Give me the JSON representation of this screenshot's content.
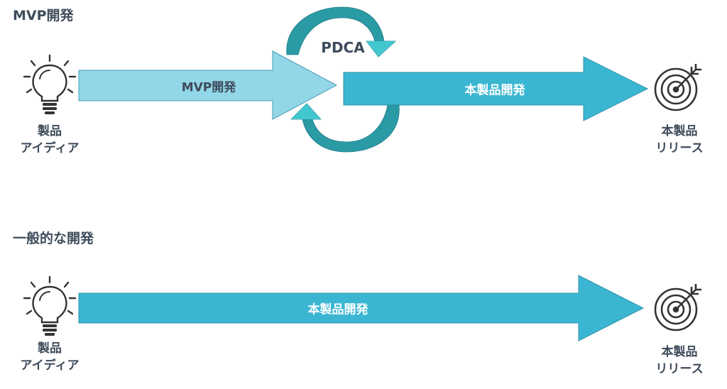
{
  "sections": {
    "mvp": {
      "title": "MVP開発",
      "start_caption": [
        "製品",
        "アイディア"
      ],
      "end_caption": [
        "本製品",
        "リリース"
      ],
      "arrow_mvp_label": "MVP開発",
      "arrow_main_label": "本製品開発",
      "cycle_label": "PDCA"
    },
    "general": {
      "title": "一般的な開発",
      "start_caption": [
        "製品",
        "アイディア"
      ],
      "end_caption": [
        "本製品",
        "リリース"
      ],
      "arrow_main_label": "本製品開発"
    }
  },
  "colors": {
    "mvp_arrow": "#92d7e8",
    "main_arrow": "#3bb6d2",
    "cycle_arrow_dark": "#2a9aa5",
    "cycle_arrow_light": "#43c7cf",
    "icon_stroke": "#333333",
    "text": "#3e4b5b"
  },
  "icons": {
    "start": "lightbulb-icon",
    "end": "target-icon",
    "cycle": "cycle-arrows-icon"
  }
}
